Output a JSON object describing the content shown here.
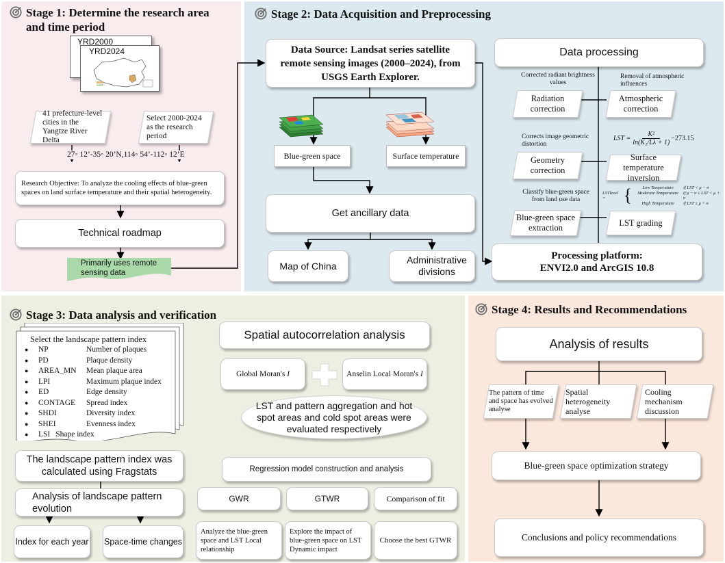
{
  "stage1": {
    "title_line1": "Stage 1: Determine the research area",
    "title_line2": "and time period",
    "map_back_label": "YRD2000",
    "map_front_label": "YRD2024",
    "cities_text": "41 prefecture-level cities in the Yangtze River Delta",
    "period_text": "Select 2000-2024 as the research period",
    "coords_text": "27◦ 12’-35◦ 20’N,114◦ 54’-112◦ 12’E",
    "objective_text": "Research Objective: To analyze the cooling effects of blue-green spaces on land surface temperature and their spatial heterogeneity.",
    "roadmap": "Technical roadmap",
    "remote_text": "Primarily uses remote sensing data"
  },
  "stage2": {
    "title": "Stage 2: Data Acquisition and Preprocessing",
    "data_source": "Data Source: Landsat series satellite remote sensing images (2000–2024), from USGS Earth Explorer.",
    "blue_green": "Blue-green space",
    "surface_temp": "Surface temperature",
    "ancillary": "Get ancillary data",
    "map_china": "Map of China",
    "admin": "Administrative divisions",
    "data_processing": "Data processing",
    "note_radiant": "Corrected radiant brightness values",
    "radiation": "Radiation correction",
    "note_atmos": "Removal of atmospheric influences",
    "atmospheric": "Atmospheric correction",
    "note_geo": "Corrects image geometric distortion",
    "geometry": "Geometry correction",
    "formula_lhs": "LST =",
    "formula_num": "K²",
    "formula_den": "ln(K₁/Lλ + 1)",
    "formula_tail": "−273.15",
    "surface_inversion": "Surface temperature inversion",
    "note_classify": "Classify blue-green space from land use data",
    "bg_extraction": "Blue-green space extraction",
    "lst_grading": "LST grading",
    "grading_lhs": "LSTlevel =",
    "grading_rows": [
      [
        "Low Temperature",
        "if LST < μ − σ"
      ],
      [
        "Moderate Temperature",
        "if μ − σ ≤ LST < μ + σ"
      ],
      [
        "High Temperature",
        "if LST ≥ μ + σ"
      ]
    ],
    "platform_line1": "Processing platform:",
    "platform_line2": "ENVI2.0 and ArcGIS 10.8"
  },
  "stage3": {
    "title": "Stage 3: Data analysis and verification",
    "select_index": "Select the landscape pattern index",
    "indices": [
      {
        "abbr": "NP",
        "name": "Number of plaques"
      },
      {
        "abbr": "PD",
        "name": "Plaque density"
      },
      {
        "abbr": "AREA_MN",
        "name": "Mean plaque area"
      },
      {
        "abbr": "LPI",
        "name": "Maximum plaque index"
      },
      {
        "abbr": "ED",
        "name": "Edge density"
      },
      {
        "abbr": "CONTAGE",
        "name": "Spread index"
      },
      {
        "abbr": "SHDI",
        "name": "Diversity index"
      },
      {
        "abbr": "SHEI",
        "name": "Evenness index"
      },
      {
        "abbr": "LSI",
        "name": "Shape index"
      }
    ],
    "fragstats": "The landscape pattern index was calculated using Fragstats",
    "evolution": "Analysis of landscape pattern evolution",
    "index_year": "Index for each year",
    "space_time": "Space-time changes",
    "spatial_auto": "Spatial autocorrelation analysis",
    "global_moran": "Global Moran's",
    "local_moran": "Anselin Local Moran's",
    "moran_i": "I",
    "lst_aggregation": "LST and pattern aggregation and hot spot areas and cold spot areas were evaluated respectively",
    "regression": "Regression model construction and analysis",
    "gwr": "GWR",
    "gtwr": "GTWR",
    "comparison": "Comparison of fit",
    "analyze_local": "Analyze the blue-green space and LST Local relationship",
    "explore_dynamic": "Explore the impact of blue-green space on LST Dynamic impact",
    "choose_best": "Choose the best GTWR"
  },
  "stage4": {
    "title": "Stage 4: Results and Recommendations",
    "analysis": "Analysis of results",
    "evolved": "The pattern of time and space has evolved analyse",
    "heterogeneity": "Spatial heterogeneity analyse",
    "cooling": "Cooling mechanism discussion",
    "optimization": "Blue-green space optimization strategy",
    "conclusions": "Conclusions and policy recommendations"
  },
  "colors": {
    "stage1_bg": "#f8ecec",
    "stage2_bg": "#dce9ee",
    "stage3_bg": "#eeeee2",
    "stage4_bg": "#fbe8dc",
    "remote_fill": "#a9d9a8"
  }
}
